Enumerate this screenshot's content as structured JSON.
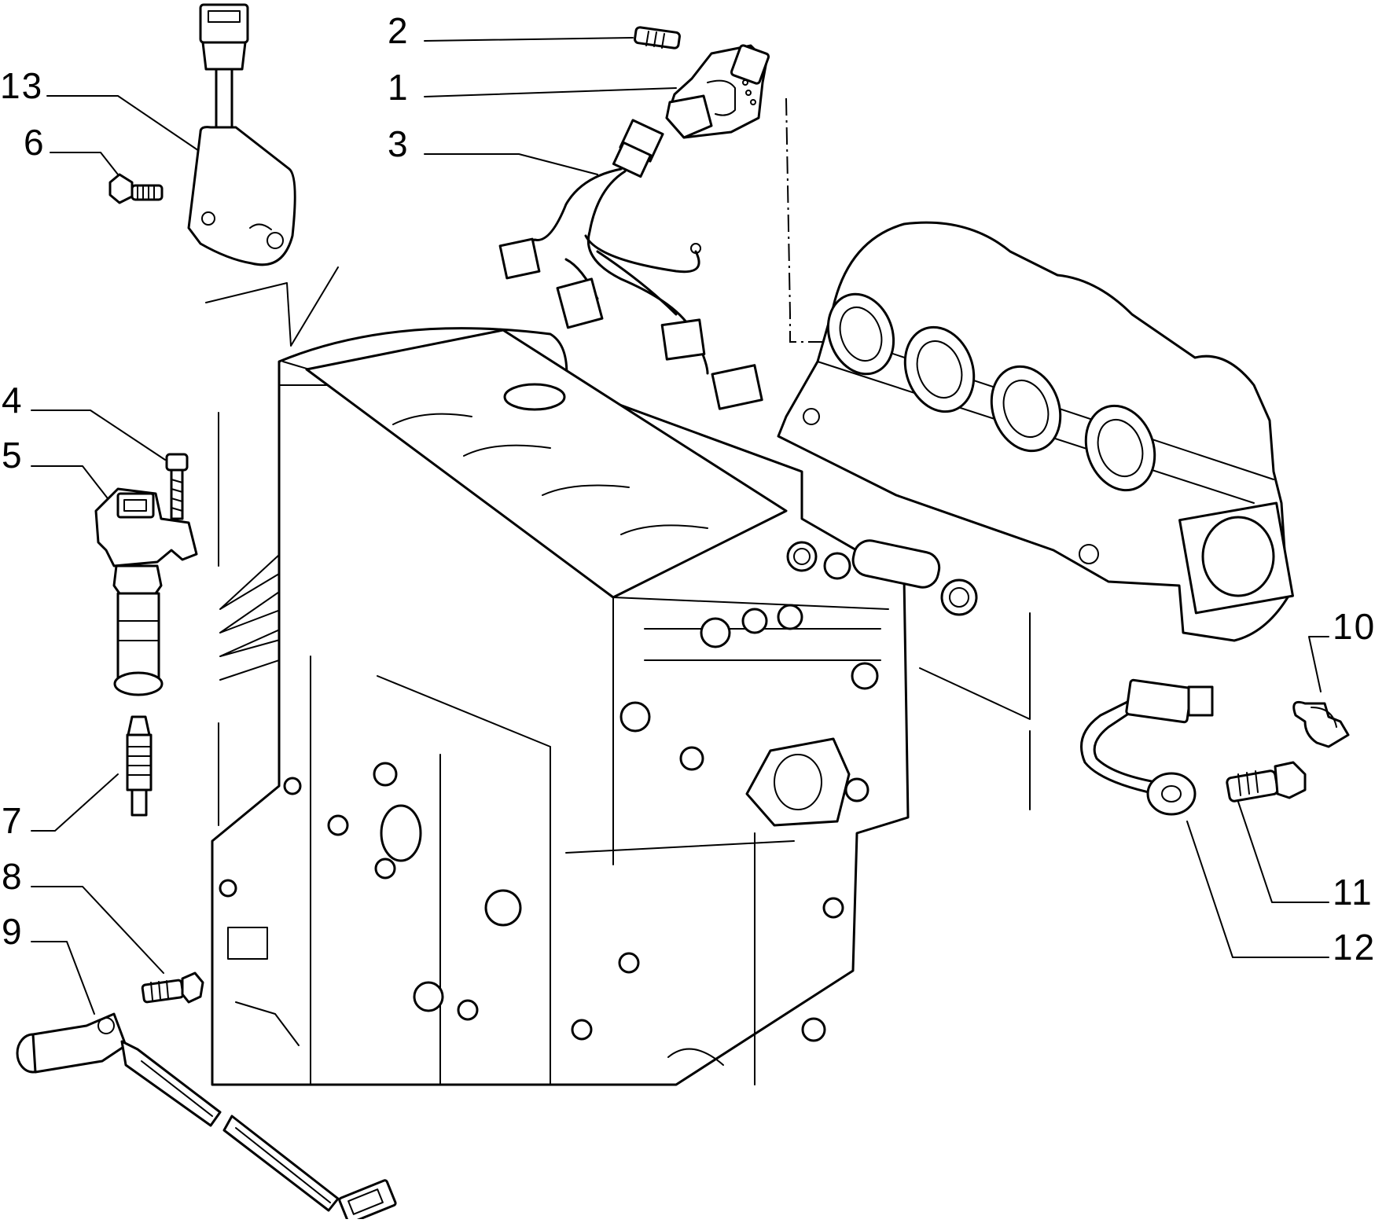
{
  "diagram": {
    "callouts": [
      {
        "id": "1",
        "label": "1"
      },
      {
        "id": "2",
        "label": "2"
      },
      {
        "id": "3",
        "label": "3"
      },
      {
        "id": "4",
        "label": "4"
      },
      {
        "id": "5",
        "label": "5"
      },
      {
        "id": "6",
        "label": "6"
      },
      {
        "id": "7",
        "label": "7"
      },
      {
        "id": "8",
        "label": "8"
      },
      {
        "id": "9",
        "label": "9"
      },
      {
        "id": "10",
        "label": "10"
      },
      {
        "id": "11",
        "label": "11"
      },
      {
        "id": "12",
        "label": "12"
      },
      {
        "id": "13",
        "label": "13"
      }
    ],
    "colors": {
      "ink": "#000000",
      "paper": "#ffffff"
    }
  }
}
